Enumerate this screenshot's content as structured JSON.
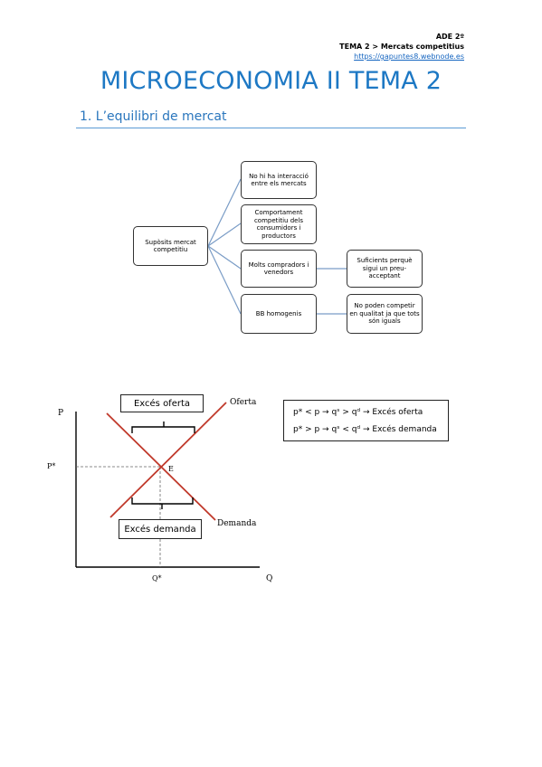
{
  "header": {
    "line1": "ADE 2º",
    "line2": "TEMA 2 > Mercats competitius",
    "link": "https://gapuntes8.webnode.es"
  },
  "title": "MICROECONOMIA II TEMA 2",
  "section_heading": "1. L’equilibri de mercat",
  "diagram": {
    "root": "Supòsits mercat competitiu",
    "branches": [
      "No hi ha interacció entre els mercats",
      "Comportament competitiu dels consumidors i productors",
      "Molts compradors i venedors",
      "BB homogenis"
    ],
    "leaves": [
      "Suficients perquè sigui un preu-acceptant",
      "No poden competir en qualitat ja que tots són iguals"
    ],
    "line_color": "#7a9cc6"
  },
  "graph": {
    "p_label": "P",
    "q_label": "Q",
    "p_star": "P*",
    "q_star": "Q*",
    "e_label": "E",
    "oferta_label": "Oferta",
    "demanda_label": "Demanda",
    "exces_oferta": "Excés oferta",
    "exces_demanda": "Excés demanda",
    "curve_color": "#c0392b"
  },
  "conditions": [
    "p* < p → qˢ > qᵈ → Excés oferta",
    "p* > p → qˢ < qᵈ → Excés demanda"
  ]
}
